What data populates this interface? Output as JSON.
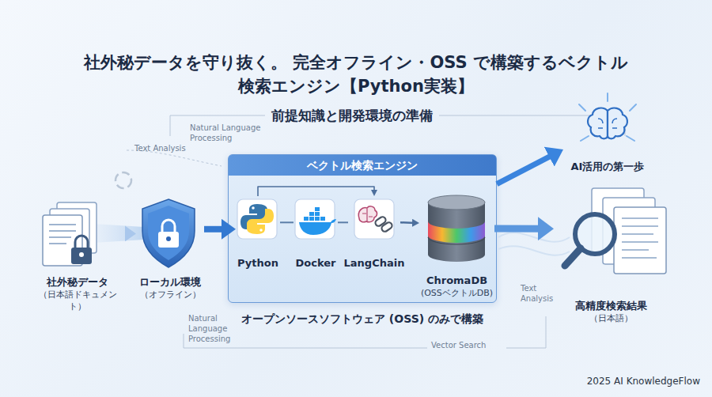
{
  "diagram": {
    "title": "社外秘データを守り抜く。 完全オフライン・OSS で構築するベクトル検索エンジン【Python実装】",
    "nodes": [
      {
        "text": [
          "社外秘データ",
          "（日本語ドキュメント）"
        ]
      },
      {
        "text": [
          "ローカル環境",
          "（オフライン）"
        ]
      },
      {
        "text": [
          "ベクトル検索エンジン",
          "オープンソースソフトウェア (OSS) のみで構築"
        ]
      },
      {
        "text": [
          "Python"
        ],
        "in": 2
      },
      {
        "text": [
          "Docker"
        ],
        "in": 2
      },
      {
        "text": [
          "LangChain"
        ],
        "in": 2
      },
      {
        "text": [
          "ChromaDB",
          "(OSSベクトルDB)"
        ],
        "in": 2
      },
      {
        "text": [
          "AI活用の第一歩"
        ]
      },
      {
        "text": [
          "高精度検索結果",
          "（日本語）"
        ]
      }
    ],
    "edges": [
      {
        "from": 0,
        "to": 1,
        "arrow": "to"
      },
      {
        "from": 1,
        "to": 3,
        "arrow": "to"
      },
      {
        "from": 3,
        "to": 4,
        "arrow": "none"
      },
      {
        "from": 4,
        "to": 5,
        "arrow": "none"
      },
      {
        "from": 3,
        "to": 5,
        "arrow": "to"
      },
      {
        "from": 5,
        "to": 6,
        "arrow": "to"
      },
      {
        "from": 6,
        "to": 8,
        "arrow": "to"
      },
      {
        "from": 2,
        "to": 7,
        "arrow": "to"
      }
    ],
    "labels": [
      "前提知識と開発環境の準備",
      "Text Analysis",
      "Natural Language Processing",
      "Text Analysis",
      "Natural Language Processing",
      "Vector Search",
      "2025 AI KnowledgeFlow"
    ]
  }
}
